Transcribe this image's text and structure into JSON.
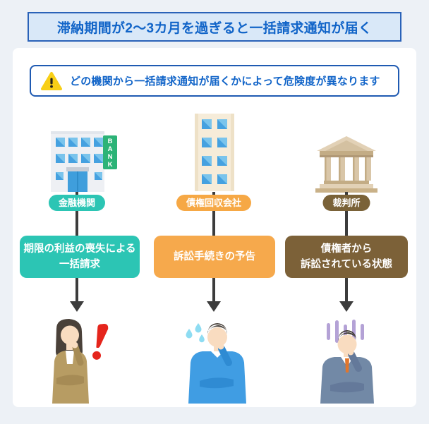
{
  "title": "滞納期間が2〜3カ月を過ぎると一括請求通知が届く",
  "warning": "どの機関から一括請求通知が届くかによって危険度が異なります",
  "columns": [
    {
      "institution": "金融機関",
      "icon": "bank-building",
      "sign_letters": [
        "B",
        "A",
        "N",
        "K"
      ],
      "result_lines": [
        "期限の利益の喪失による",
        "一括請求"
      ],
      "person": "woman-shocked-exclamation"
    },
    {
      "institution": "債権回収会社",
      "icon": "office-building",
      "result_lines": [
        "訴訟手続きの予告"
      ],
      "person": "man-anxious-sweating"
    },
    {
      "institution": "裁判所",
      "icon": "courthouse-building",
      "result_lines": [
        "債権者から",
        "訴訟されている状態"
      ],
      "person": "man-depressed-gloom"
    }
  ],
  "colors": {
    "page_bg": "#edf1f6",
    "title_bg": "#d9e8f8",
    "title_border": "#2a62b8",
    "title_text": "#1164c8",
    "warning_border": "#1f5ab2",
    "warning_triangle": "#f8cf17",
    "teal": "#2cc5b4",
    "orange": "#f6a94c",
    "brown": "#7c6138",
    "arrow": "#3c3c3c",
    "bank_sign_green": "#2cb377",
    "alert_red": "#e5251c"
  }
}
